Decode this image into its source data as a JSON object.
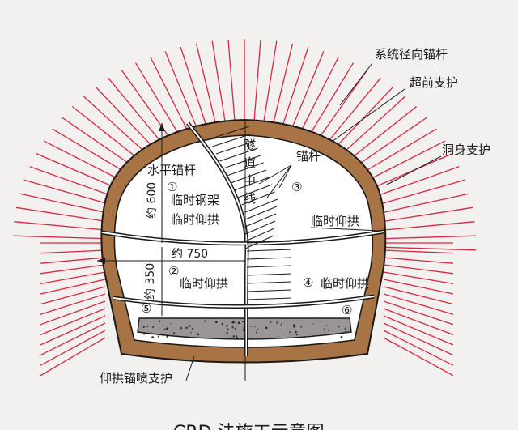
{
  "labels": {
    "system_radial_bolts": "系统径向锚杆",
    "advance_support": "超前支护",
    "tunnel_body_support": "洞身支护",
    "horizontal_bolt": "水平锚杆",
    "bolt": "锚杆",
    "tunnel_centerline_1": "隧",
    "tunnel_centerline_2": "道",
    "tunnel_centerline_3": "中",
    "tunnel_centerline_4": "线",
    "temp_steel_frame": "临时钢架",
    "temp_invert_left_upper": "临时仰拱",
    "temp_invert_right_upper": "临时仰拱",
    "temp_invert_left_lower": "临时仰拱",
    "temp_invert_right_lower": "临时仰拱",
    "invert_support": "仰拱锚喷支护",
    "dim_600": "约 600",
    "dim_750": "约 750",
    "dim_350": "约 350",
    "caption_partial": "CRD 法施工示意图"
  },
  "stages": [
    "①",
    "②",
    "③",
    "④",
    "⑤",
    "⑥"
  ],
  "colors": {
    "bolt_red": "#d8263e",
    "lining_brown": "#a87446",
    "concrete_gray": "#9a9596",
    "line": "#1a1a1a",
    "background": "#f3f1ef"
  }
}
